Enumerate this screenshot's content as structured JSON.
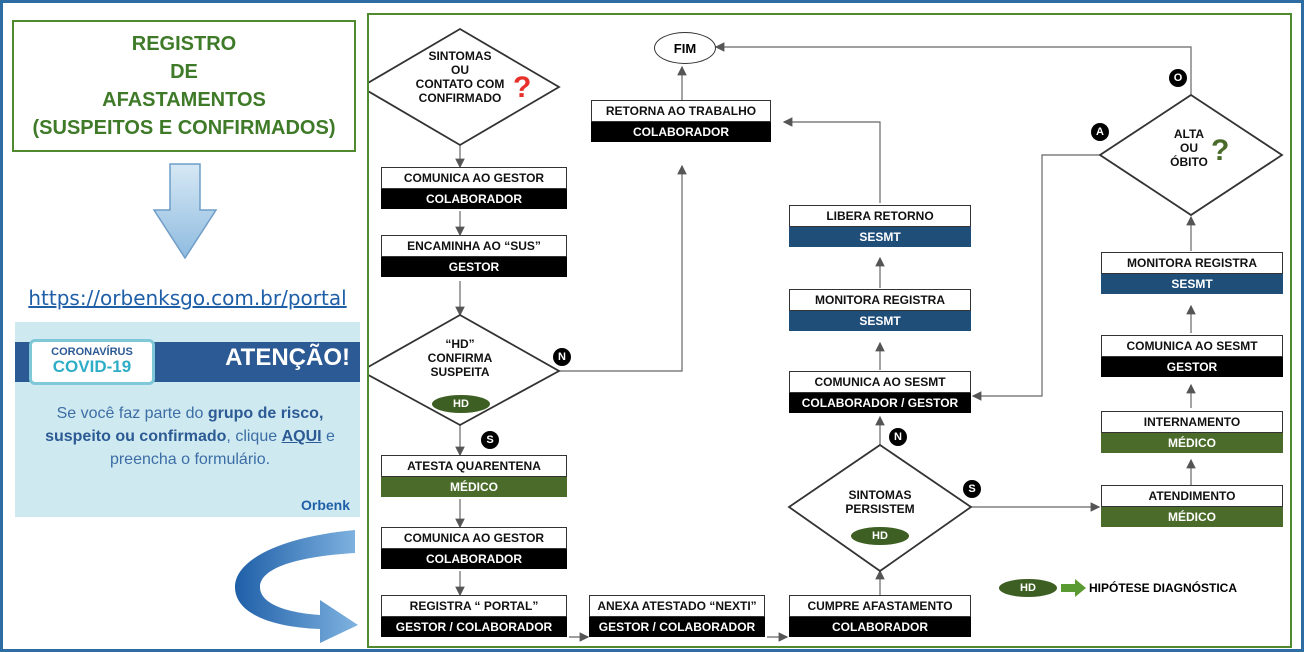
{
  "left": {
    "title": [
      "REGISTRO",
      "DE",
      "AFASTAMENTOS",
      "(SUSPEITOS E CONFIRMADOS)"
    ],
    "link": "https://orbenksgo.com.br/portal",
    "card": {
      "line1": "CORONAVÍRUS",
      "line2": "COVID-19",
      "attention": "ATENÇÃO!",
      "msg_a": "Se você faz parte do ",
      "msg_b": "grupo de risco, suspeito ou confirmado",
      "msg_c": ", clique ",
      "msg_d": "AQUI",
      "msg_e": " e preencha o formulário.",
      "brand": "Orbenk"
    }
  },
  "flow": {
    "fim": "FIM",
    "d1": [
      "SINTOMAS",
      "OU",
      "CONTATO COM",
      "CONFIRMADO"
    ],
    "d2": [
      "“HD”",
      "CONFIRMA",
      "SUSPEITA"
    ],
    "d3": [
      "SINTOMAS",
      "PERSISTEM"
    ],
    "d4": [
      "ALTA",
      "OU",
      "ÓBITO"
    ],
    "hd": "HD",
    "boxes": [
      {
        "top": "COMUNICA AO GESTOR",
        "bottom": "COLABORADOR"
      },
      {
        "top": "ENCAMINHA AO “SUS”",
        "bottom": "GESTOR"
      },
      {
        "top": "ATESTA  QUARENTENA",
        "bottom": "MÉDICO"
      },
      {
        "top": "COMUNICA AO GESTOR",
        "bottom": "COLABORADOR"
      },
      {
        "top": "REGISTRA “ PORTAL”",
        "bottom": "GESTOR / COLABORADOR"
      },
      {
        "top": "ANEXA ATESTADO “NEXTI”",
        "bottom": "GESTOR / COLABORADOR"
      },
      {
        "top": "CUMPRE AFASTAMENTO",
        "bottom": "COLABORADOR"
      },
      {
        "top": "RETORNA AO TRABALHO",
        "bottom": "COLABORADOR"
      },
      {
        "top": "LIBERA RETORNO",
        "bottom": "SESMT"
      },
      {
        "top": "MONITORA REGISTRA",
        "bottom": "SESMT"
      },
      {
        "top": "COMUNICA AO SESMT",
        "bottom": "COLABORADOR / GESTOR"
      },
      {
        "top": "MONITORA REGISTRA",
        "bottom": "SESMT"
      },
      {
        "top": "COMUNICA AO SESMT",
        "bottom": "GESTOR"
      },
      {
        "top": "INTERNAMENTO",
        "bottom": "MÉDICO"
      },
      {
        "top": "ATENDIMENTO",
        "bottom": "MÉDICO"
      }
    ],
    "markers": {
      "n1": "N",
      "s1": "S",
      "n2": "N",
      "s2": "S",
      "a": "A",
      "o": "O"
    },
    "legend": "HIPÓTESE DIAGNÓSTICA",
    "colors": {
      "black": "#000000",
      "blue": "#1f4e79",
      "green": "#4a6b2a"
    }
  }
}
